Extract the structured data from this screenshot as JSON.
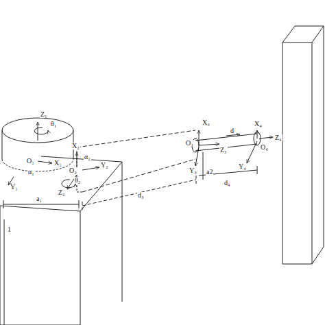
{
  "diagram": {
    "labels": [
      "Z₁",
      "θ₁",
      "O₁",
      "α₁",
      "X₁",
      "Y₁",
      "X₂",
      "α₂",
      "O₂",
      "Y₂",
      "θ₂",
      "Z₂",
      "a₁",
      "d₃",
      "X₃",
      "d",
      "Z₃",
      "O₃",
      "Y₃",
      "a2",
      "X₄",
      "O₄",
      "Z₄",
      "Y₄",
      "d₄",
      "1"
    ]
  }
}
